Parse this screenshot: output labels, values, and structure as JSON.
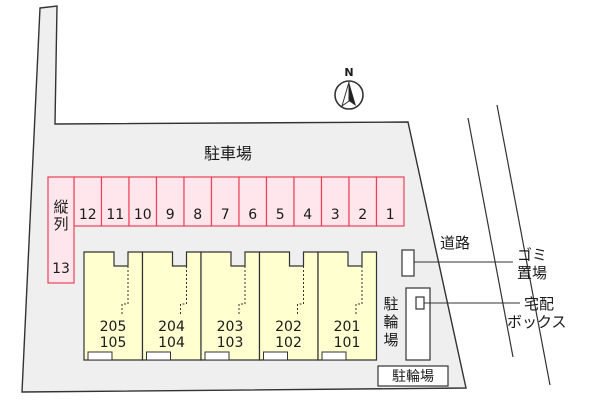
{
  "map": {
    "north_label": "N",
    "parking_title": "駐車場",
    "parking_spaces": [
      "12",
      "11",
      "10",
      "9",
      "8",
      "7",
      "6",
      "5",
      "4",
      "3",
      "2",
      "1"
    ],
    "vertical_space": {
      "word": "縦列",
      "number": "13"
    },
    "road_label": "道路",
    "garbage_label": [
      "ゴミ",
      "置場"
    ],
    "delivery_label": [
      "宅配",
      "ボックス"
    ],
    "bike_parking_vertical": [
      "駐",
      "輪",
      "場"
    ],
    "bike_parking_bottom": "駐輪場",
    "units": [
      {
        "upper": "205",
        "lower": "105"
      },
      {
        "upper": "204",
        "lower": "104"
      },
      {
        "upper": "203",
        "lower": "103"
      },
      {
        "upper": "202",
        "lower": "102"
      },
      {
        "upper": "201",
        "lower": "101"
      }
    ],
    "colors": {
      "ground": "#efefef",
      "outline": "#333333",
      "parking_fill": "#ffe6ec",
      "parking_stroke": "#e8435a",
      "unit_fill": "#ffffd0"
    }
  }
}
